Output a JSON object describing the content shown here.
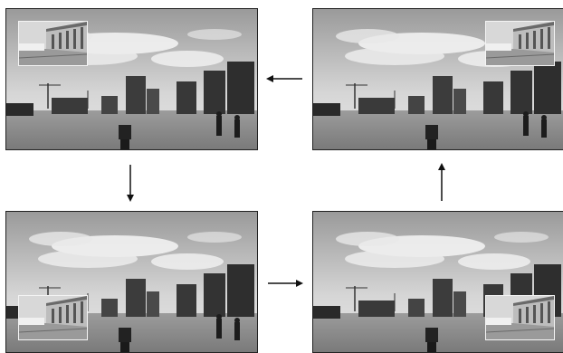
{
  "figure": {
    "panels": [
      {
        "id": "top-left",
        "inset_corner": "top-left"
      },
      {
        "id": "top-right",
        "inset_corner": "top-right"
      },
      {
        "id": "bottom-left",
        "inset_corner": "bottom-left"
      },
      {
        "id": "bottom-right",
        "inset_corner": "bottom-right"
      }
    ],
    "cycle": [
      "top-left",
      "bottom-left",
      "bottom-right",
      "top-right",
      "top-left"
    ],
    "arrows": [
      {
        "from": "top-left",
        "to": "bottom-left",
        "direction": "down"
      },
      {
        "from": "bottom-left",
        "to": "bottom-right",
        "direction": "right"
      },
      {
        "from": "bottom-right",
        "to": "top-right",
        "direction": "up"
      },
      {
        "from": "top-right",
        "to": "top-left",
        "direction": "left"
      }
    ],
    "colors": {
      "sky": "#cfcfcf",
      "ground": "#8a8a8a",
      "buildings": "#3a3a3a",
      "border": "#222222"
    }
  }
}
